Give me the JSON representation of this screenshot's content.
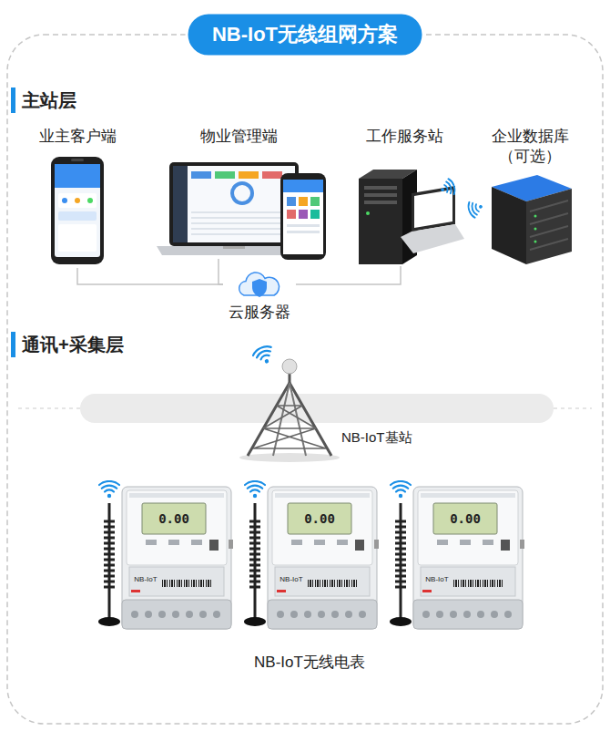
{
  "diagram": {
    "title": "NB-IoT无线组网方案",
    "nodes": [
      {
        "text": [
          "业主客户端"
        ]
      },
      {
        "text": [
          "物业管理端"
        ]
      },
      {
        "text": [
          "工作服务站"
        ]
      },
      {
        "text": [
          "企业数据库 （可选）"
        ]
      },
      {
        "text": [
          "云服务器"
        ]
      },
      {
        "text": [
          "NB-IoT基站"
        ]
      },
      {
        "text": [
          "NB-IoT无线电表"
        ]
      }
    ],
    "edges": [
      {
        "from": 0,
        "to": 4,
        "arrow": "none"
      },
      {
        "from": 1,
        "to": 4,
        "arrow": "none"
      },
      {
        "from": 2,
        "to": 4,
        "arrow": "none"
      }
    ],
    "labels": [
      "主站层",
      "通讯+采集层",
      "0.00",
      "0.00",
      "0.00",
      "NB-IoT",
      "NB-IoT",
      "NB-IoT"
    ]
  }
}
